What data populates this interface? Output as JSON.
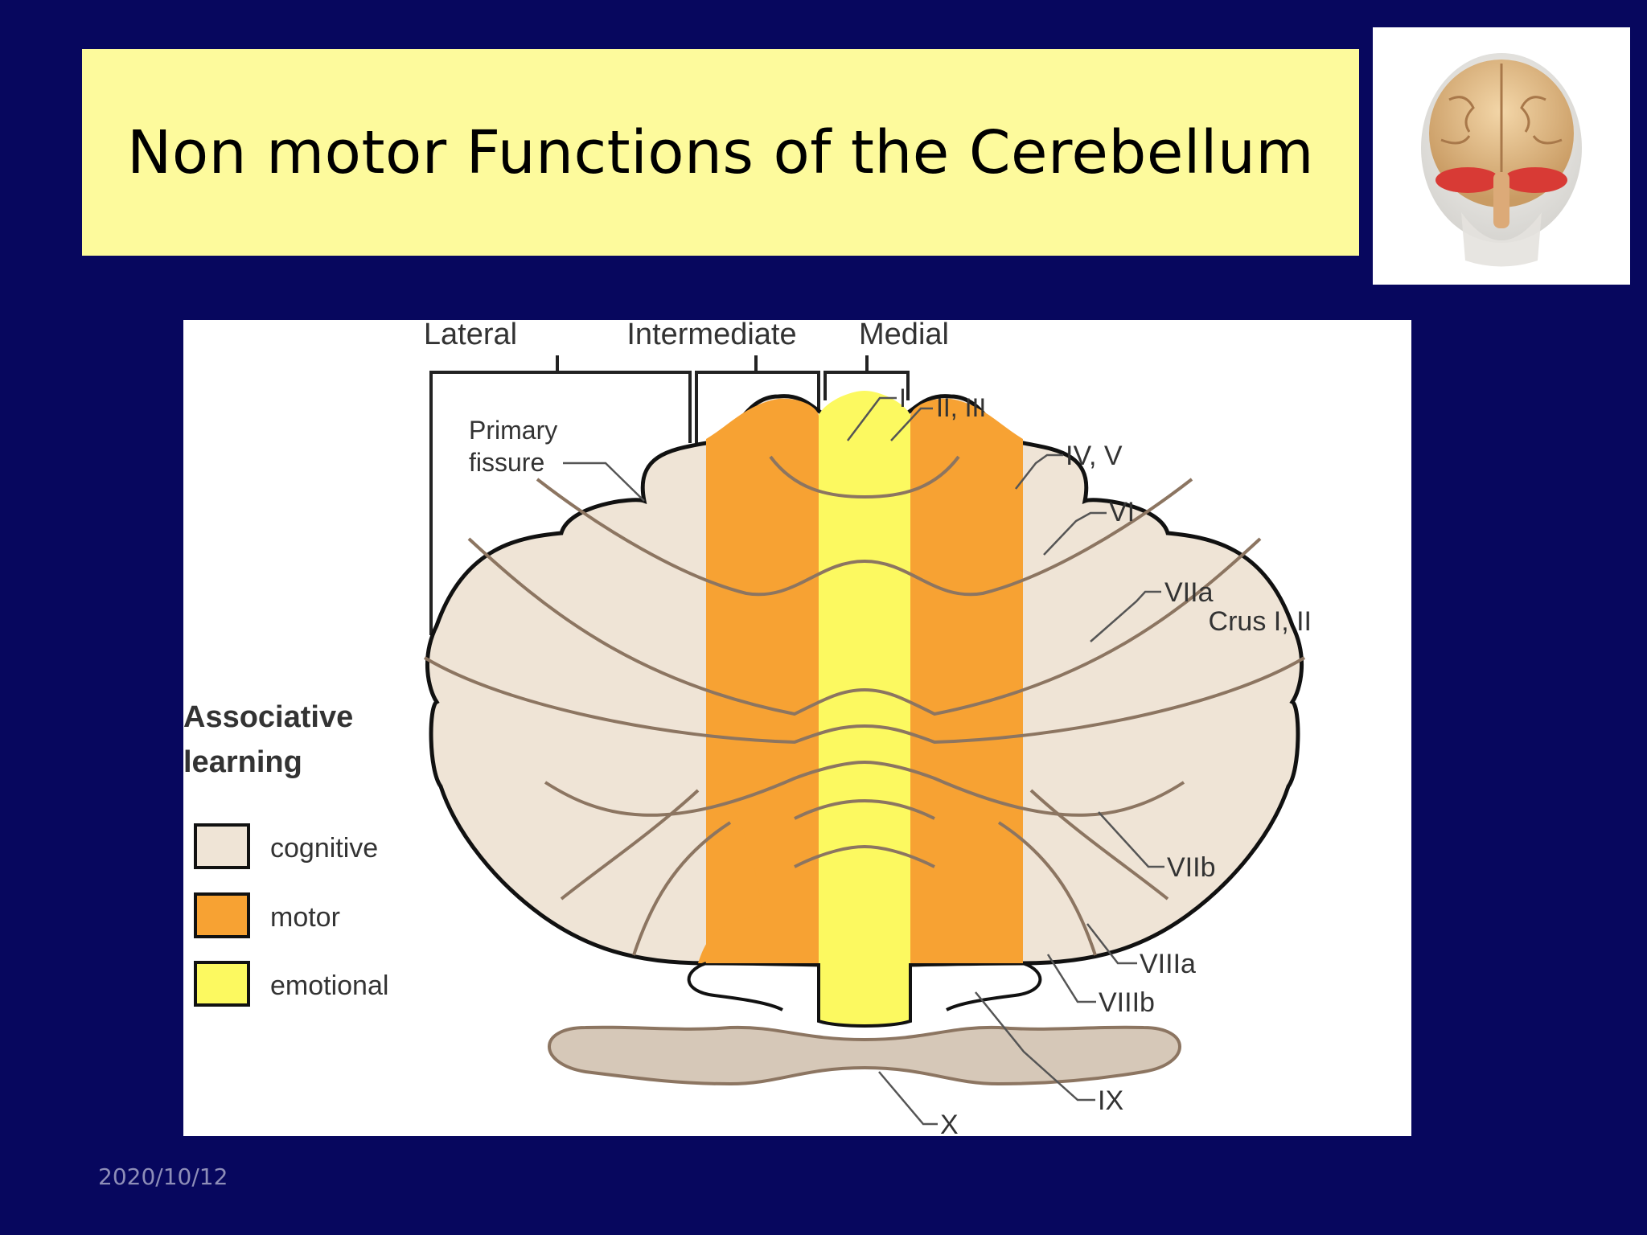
{
  "slide": {
    "title": "Non motor Functions of the Cerebellum",
    "date": "2020/10/12"
  },
  "diagram": {
    "zones": [
      "Lateral",
      "Intermediate",
      "Medial"
    ],
    "primary_fissure_line1": "Primary",
    "primary_fissure_line2": "fissure",
    "lobules": {
      "I": "I",
      "II_III": "II, III",
      "IV_V": "IV, V",
      "VI": "VI",
      "VIIa": "VIIa",
      "crus": "Crus I, II",
      "VIIb": "VIIb",
      "VIIIa": "VIIIa",
      "VIIIb": "VIIIb",
      "IX": "IX",
      "X": "X"
    },
    "legend": {
      "title_line1": "Associative",
      "title_line2": "learning",
      "items": [
        {
          "label": "cognitive",
          "color": "#efe4d6"
        },
        {
          "label": "motor",
          "color": "#f7a233"
        },
        {
          "label": "emotional",
          "color": "#fcf960"
        }
      ]
    }
  },
  "colors": {
    "background": "#07075e",
    "title_box": "#fdfa9c",
    "cognitive": "#efe4d6",
    "motor": "#f7a233",
    "emotional": "#fcf960",
    "lobule_x": "#d6c8b8",
    "fissure_line": "#8c7561"
  },
  "icons": {
    "brain_thumbnail": "brain-skull-icon"
  }
}
